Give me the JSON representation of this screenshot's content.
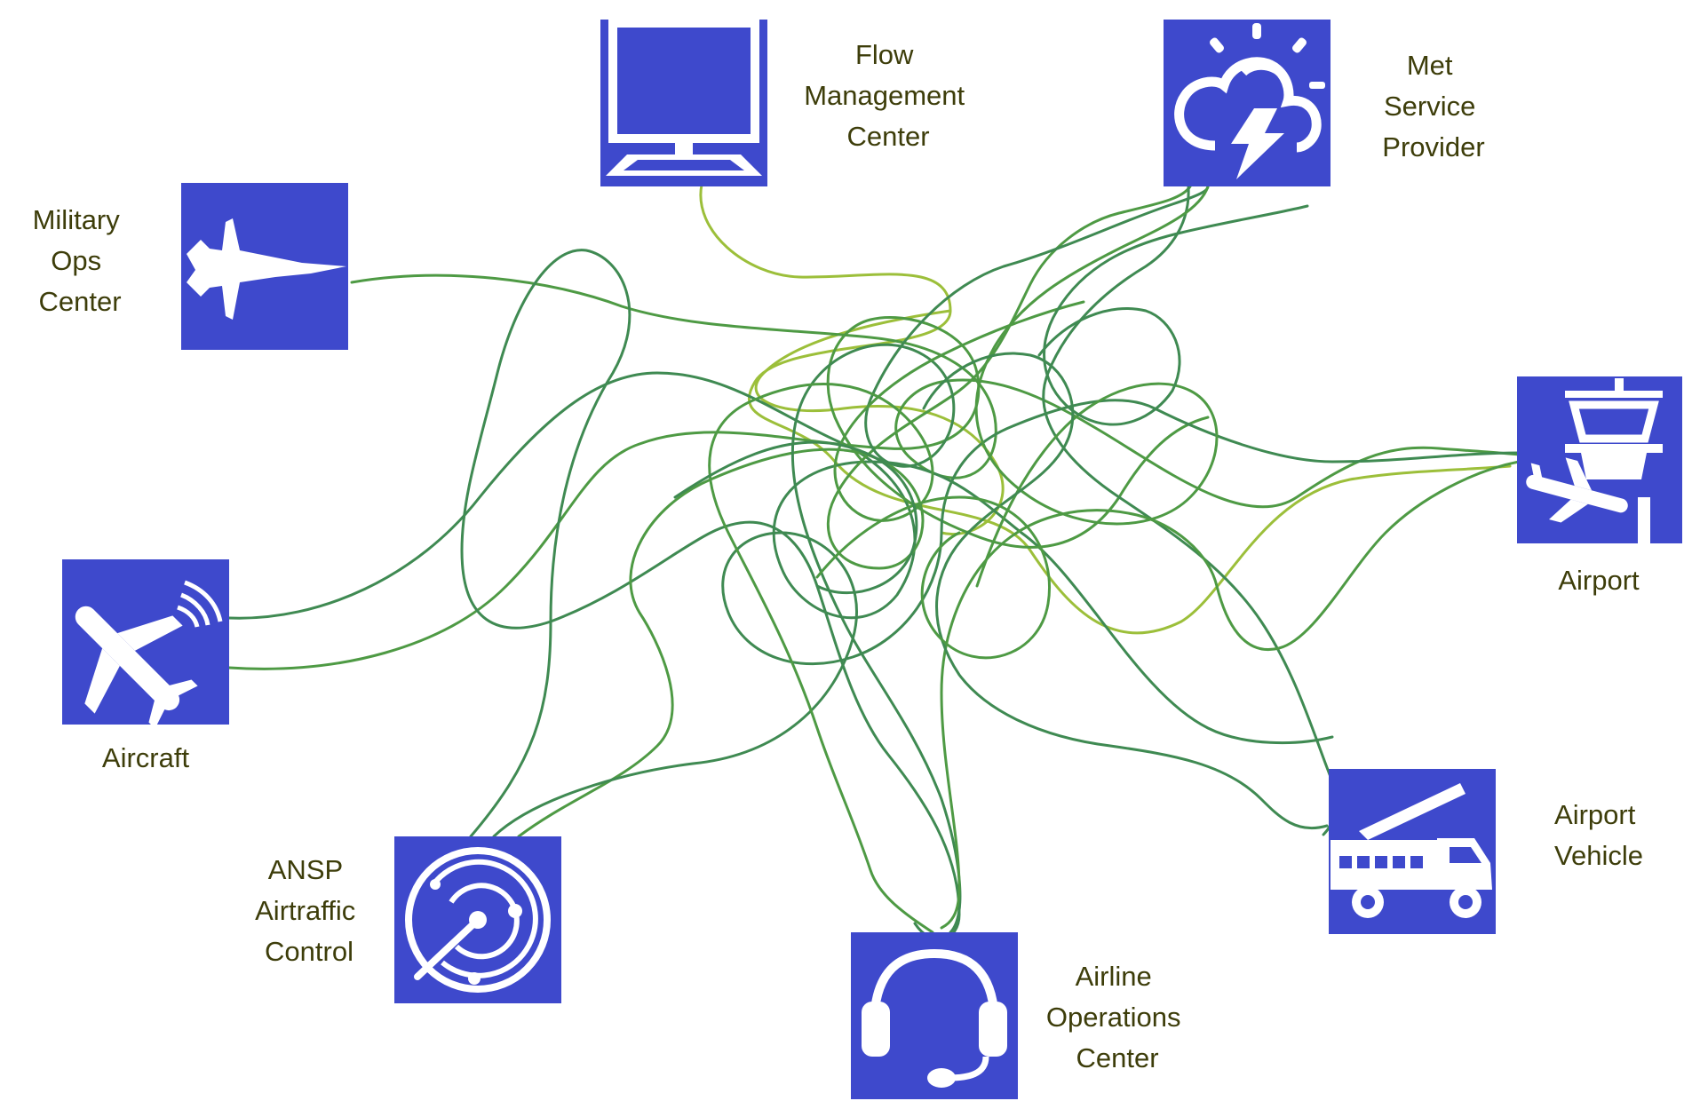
{
  "nodes": {
    "flow_management": {
      "lines": [
        "Flow",
        "Management",
        "Center"
      ],
      "icon": "computer-monitor-icon",
      "color": "#3e49cc"
    },
    "met_service": {
      "lines": [
        "Met",
        "Service",
        "Provider"
      ],
      "icon": "weather-storm-icon",
      "color": "#3e49cc"
    },
    "military_ops": {
      "lines": [
        "Military",
        "Ops",
        "Center"
      ],
      "icon": "fighter-jet-icon",
      "color": "#3e49cc"
    },
    "airport": {
      "lines": [
        "Airport"
      ],
      "icon": "control-tower-icon",
      "color": "#3e49cc"
    },
    "aircraft": {
      "lines": [
        "Aircraft"
      ],
      "icon": "airplane-signal-icon",
      "color": "#3e49cc"
    },
    "airport_vehicle": {
      "lines": [
        "Airport",
        "Vehicle"
      ],
      "icon": "fire-truck-icon",
      "color": "#3e49cc"
    },
    "ansp": {
      "lines": [
        "ANSP",
        "Airtraffic",
        "Control"
      ],
      "icon": "radar-icon",
      "color": "#3e49cc"
    },
    "airline_ops": {
      "lines": [
        "Airline",
        "Operations",
        "Center"
      ],
      "icon": "headset-icon",
      "color": "#3e49cc"
    }
  },
  "colors": {
    "wire_dark": "#3f8a52",
    "wire_mid": "#4e9a44",
    "wire_light": "#9cbf3a",
    "label_text": "#3d3d0a"
  }
}
